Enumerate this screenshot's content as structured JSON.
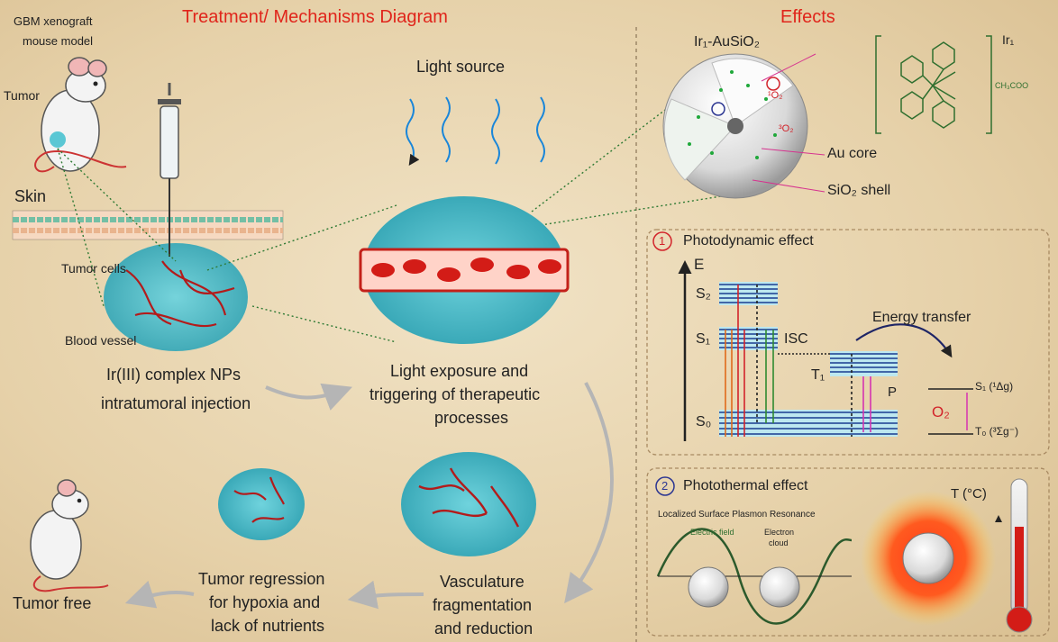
{
  "titles": {
    "treatment": "Treatment/ Mechanisms Diagram",
    "effects": "Effects"
  },
  "labels": {
    "model": "GBM xenograft",
    "model2": "mouse model",
    "tumor": "Tumor",
    "skin": "Skin",
    "tumor_cells": "Tumor cells",
    "blood_vessel": "Blood vessel",
    "light_source": "Light source",
    "injection1": "Ir(III) complex NPs",
    "injection2": "intratumoral injection",
    "exposure1": "Light exposure and",
    "exposure2": "triggering of therapeutic",
    "exposure3": "processes",
    "vasc1": "Vasculature",
    "vasc2": "fragmentation",
    "vasc3": "and reduction",
    "regress1": "Tumor regression",
    "regress2": "for hypoxia and",
    "regress3": "lack of nutrients",
    "tumor_free": "Tumor free",
    "nanoparticle": "Ir₁-AuSiO₂",
    "ir1": "Ir₁",
    "ch3coo": "CH₃COO",
    "au_core": "Au core",
    "sio2_shell": "SiO₂ shell",
    "o2_singlet": "¹O₂",
    "o2_ground": "³O₂"
  },
  "photodynamic": {
    "num": "1",
    "title": "Photodynamic effect",
    "E": "E",
    "S2": "S₂",
    "S1": "S₁",
    "S0": "S₀",
    "T1": "T₁",
    "ISC": "ISC",
    "P": "P",
    "energy_transfer": "Energy transfer",
    "o2": "O₂",
    "s1_state": "S₁ (¹Δg)",
    "t0_state": "T₀ (³Σg⁻)"
  },
  "photothermal": {
    "num": "2",
    "title": "Photothermal effect",
    "lspr": "Localized Surface Plasmon Resonance",
    "efield": "Electric field",
    "ecloud1": "Electron",
    "ecloud2": "cloud",
    "temp": "T (°C)"
  },
  "colors": {
    "title_red": "#e0251b",
    "cyan": "#5ac7d4",
    "vessel_red": "#c3201a",
    "dark_green": "#2f6f2f"
  }
}
